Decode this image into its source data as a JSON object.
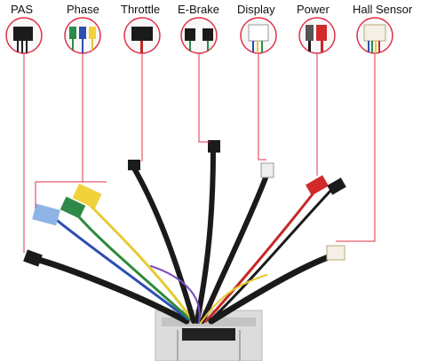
{
  "labels": {
    "pas": "PAS",
    "phase": "Phase",
    "throttle": "Throttle",
    "ebrake": "E-Brake",
    "display": "Display",
    "power": "Power",
    "hall": "Hall Sensor"
  },
  "colors": {
    "leader_line": "#e0314a",
    "yellow_connector": "#f2d23a",
    "blue_connector": "#8fb4e6",
    "green_connector": "#2f8a4a",
    "red_connector": "#d22a2a",
    "controller_body": "#d8d8d8"
  }
}
